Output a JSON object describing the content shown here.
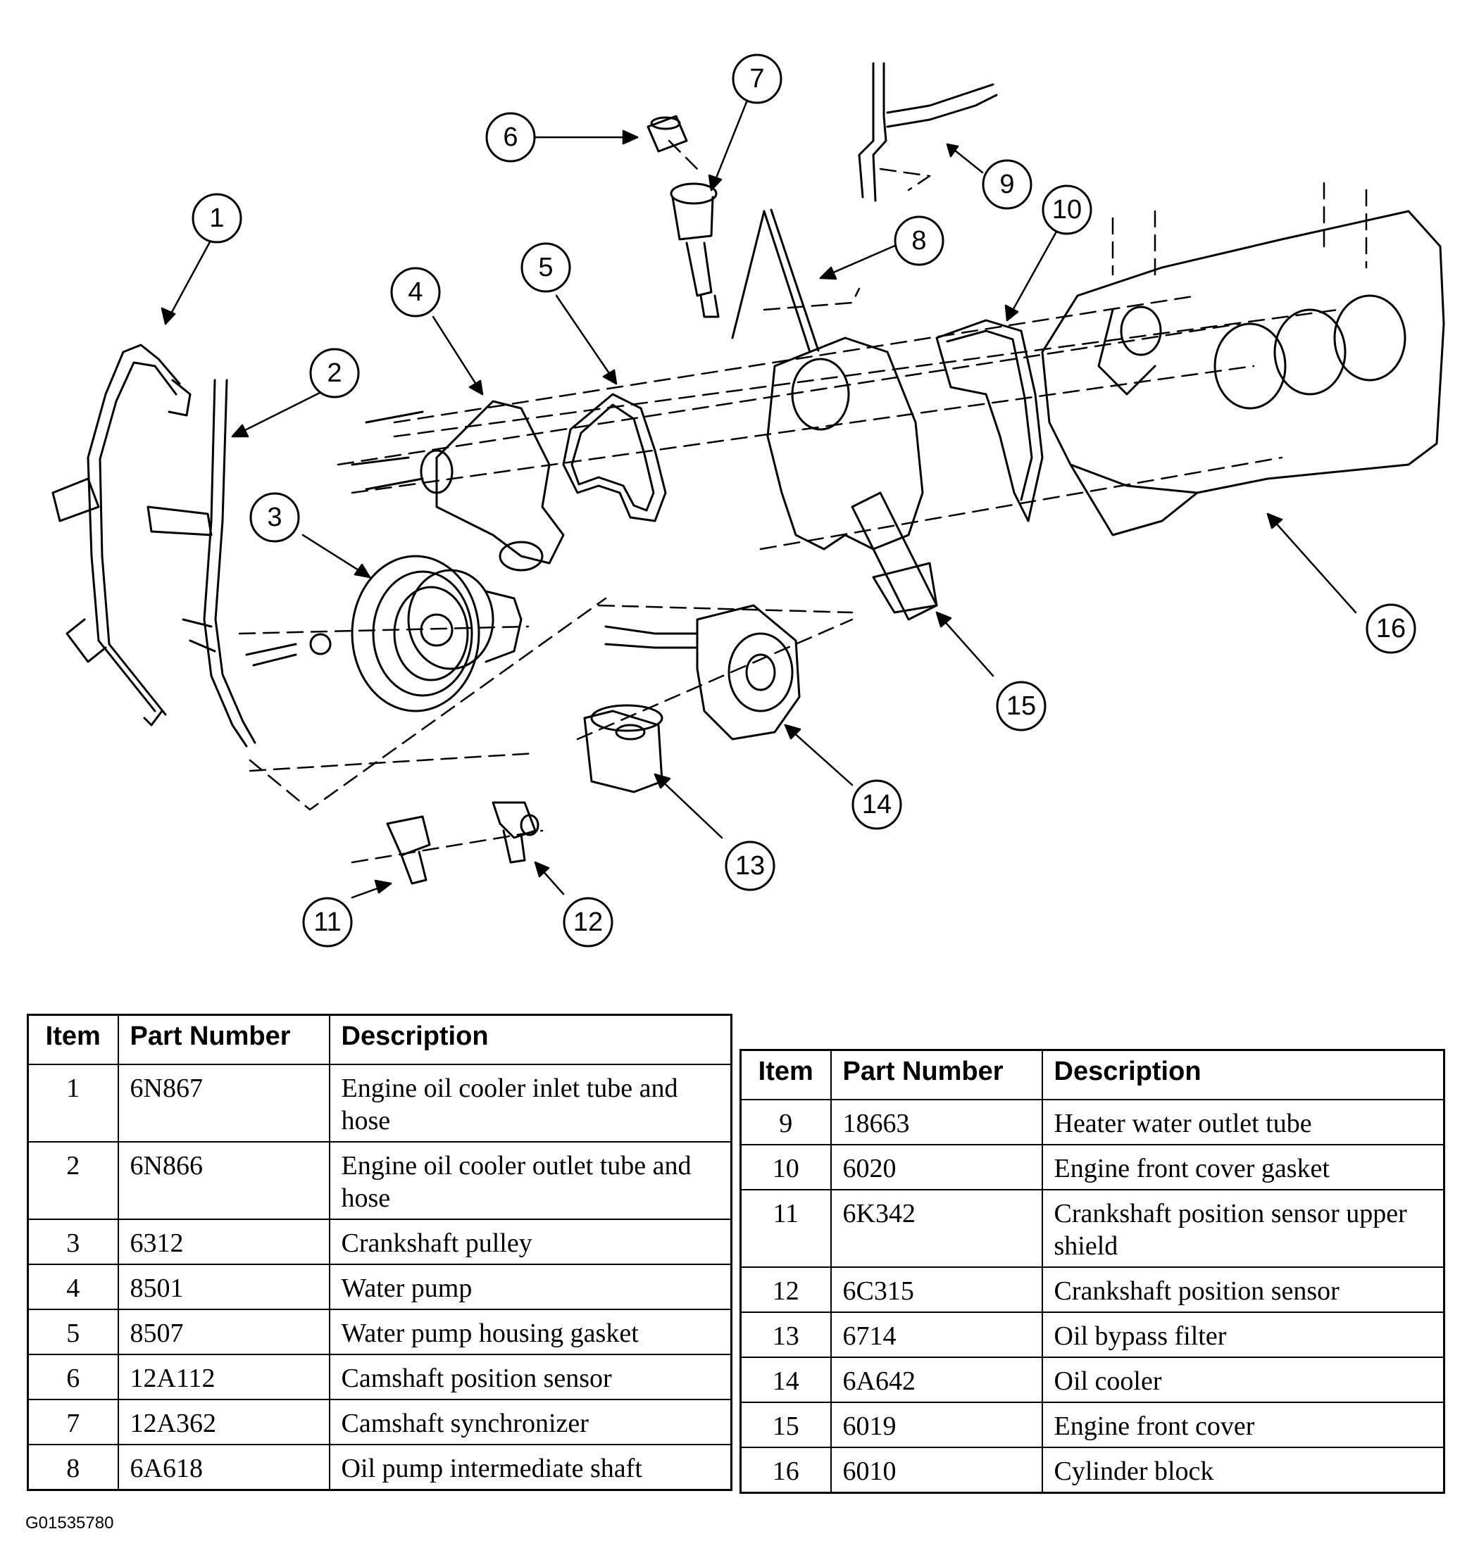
{
  "callouts": [
    "1",
    "2",
    "3",
    "4",
    "5",
    "6",
    "7",
    "8",
    "9",
    "10",
    "11",
    "12",
    "13",
    "14",
    "15",
    "16"
  ],
  "table_left": {
    "headers": {
      "item": "Item",
      "part_number": "Part Number",
      "description": "Description"
    },
    "rows": [
      {
        "item": "1",
        "part_number": "6N867",
        "description": "Engine oil cooler inlet tube and hose"
      },
      {
        "item": "2",
        "part_number": "6N866",
        "description": "Engine oil cooler outlet tube and hose"
      },
      {
        "item": "3",
        "part_number": "6312",
        "description": "Crankshaft pulley"
      },
      {
        "item": "4",
        "part_number": "8501",
        "description": "Water pump"
      },
      {
        "item": "5",
        "part_number": "8507",
        "description": "Water pump housing gasket"
      },
      {
        "item": "6",
        "part_number": "12A112",
        "description": "Camshaft position sensor"
      },
      {
        "item": "7",
        "part_number": "12A362",
        "description": "Camshaft synchronizer"
      },
      {
        "item": "8",
        "part_number": "6A618",
        "description": "Oil pump intermediate shaft"
      }
    ]
  },
  "table_right": {
    "headers": {
      "item": "Item",
      "part_number": "Part Number",
      "description": "Description"
    },
    "rows": [
      {
        "item": "9",
        "part_number": "18663",
        "description": "Heater water outlet tube"
      },
      {
        "item": "10",
        "part_number": "6020",
        "description": "Engine front cover gasket"
      },
      {
        "item": "11",
        "part_number": "6K342",
        "description": "Crankshaft position sensor upper shield"
      },
      {
        "item": "12",
        "part_number": "6C315",
        "description": "Crankshaft position sensor"
      },
      {
        "item": "13",
        "part_number": "6714",
        "description": "Oil bypass filter"
      },
      {
        "item": "14",
        "part_number": "6A642",
        "description": "Oil cooler"
      },
      {
        "item": "15",
        "part_number": "6019",
        "description": "Engine front cover"
      },
      {
        "item": "16",
        "part_number": "6010",
        "description": "Cylinder block"
      }
    ]
  },
  "figure_id": "G01535780"
}
